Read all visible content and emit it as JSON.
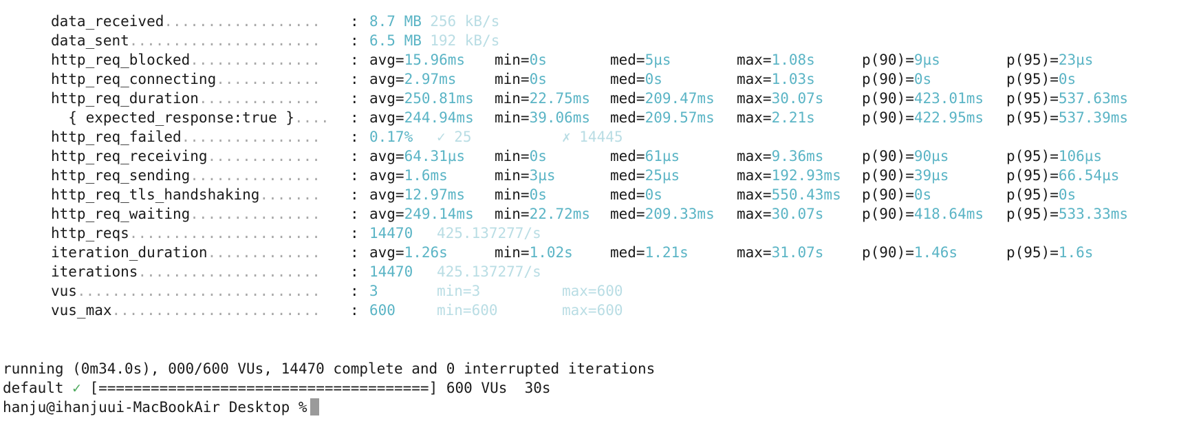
{
  "metrics": [
    {
      "name": "data_received",
      "dots": "..................",
      "kind": "rate",
      "value": "8.7 MB",
      "rate": "256 kB/s"
    },
    {
      "name": "data_sent",
      "dots": "......................",
      "kind": "rate",
      "value": "6.5 MB",
      "rate": "192 kB/s"
    },
    {
      "name": "http_req_blocked",
      "dots": "...............",
      "kind": "trend",
      "avg": "15.96ms",
      "min": "0s",
      "med": "5µs",
      "max": "1.08s",
      "p90": "9µs",
      "p95": "23µs"
    },
    {
      "name": "http_req_connecting",
      "dots": "............",
      "kind": "trend",
      "avg": "2.97ms",
      "min": "0s",
      "med": "0s",
      "max": "1.03s",
      "p90": "0s",
      "p95": "0s"
    },
    {
      "name": "http_req_duration",
      "dots": "..............",
      "kind": "trend",
      "avg": "250.81ms",
      "min": "22.75ms",
      "med": "209.47ms",
      "max": "30.07s",
      "p90": "423.01ms",
      "p95": "537.63ms"
    },
    {
      "name": "  { expected_response:true }",
      "dots": "....",
      "kind": "trend",
      "avg": "244.94ms",
      "min": "39.06ms",
      "med": "209.57ms",
      "max": "2.21s",
      "p90": "422.95ms",
      "p95": "537.39ms"
    },
    {
      "name": "http_req_failed",
      "dots": "................",
      "kind": "rate3",
      "value": "0.17%",
      "pass": "✓ 25",
      "fail": "✗ 14445"
    },
    {
      "name": "http_req_receiving",
      "dots": ".............",
      "kind": "trend",
      "avg": "64.31µs",
      "min": "0s",
      "med": "61µs",
      "max": "9.36ms",
      "p90": "90µs",
      "p95": "106µs"
    },
    {
      "name": "http_req_sending",
      "dots": "...............",
      "kind": "trend",
      "avg": "1.6ms",
      "min": "3µs",
      "med": "25µs",
      "max": "192.93ms",
      "p90": "39µs",
      "p95": "66.54µs"
    },
    {
      "name": "http_req_tls_handshaking",
      "dots": ".......",
      "kind": "trend",
      "avg": "12.97ms",
      "min": "0s",
      "med": "0s",
      "max": "550.43ms",
      "p90": "0s",
      "p95": "0s"
    },
    {
      "name": "http_req_waiting",
      "dots": "...............",
      "kind": "trend",
      "avg": "249.14ms",
      "min": "22.72ms",
      "med": "209.33ms",
      "max": "30.07s",
      "p90": "418.64ms",
      "p95": "533.33ms"
    },
    {
      "name": "http_reqs",
      "dots": "......................",
      "kind": "rate",
      "value": "14470",
      "rate": "425.137277/s"
    },
    {
      "name": "iteration_duration",
      "dots": ".............",
      "kind": "trend",
      "avg": "1.26s",
      "min": "1.02s",
      "med": "1.21s",
      "max": "31.07s",
      "p90": "1.46s",
      "p95": "1.6s"
    },
    {
      "name": "iterations",
      "dots": ".....................",
      "kind": "rate",
      "value": "14470",
      "rate": "425.137277/s"
    },
    {
      "name": "vus",
      "dots": "............................",
      "kind": "rate3",
      "value": "3",
      "pass": "min=3",
      "fail": "max=600"
    },
    {
      "name": "vus_max",
      "dots": "........................",
      "kind": "rate3",
      "value": "600",
      "pass": "min=600",
      "fail": "max=600"
    }
  ],
  "labels": {
    "avg": "avg=",
    "min": "min=",
    "med": "med=",
    "max": "max=",
    "p90": "p(90)=",
    "p95": "p(95)=",
    "colon": ":"
  },
  "status": {
    "running_line": "running (0m34.0s), 000/600 VUs, 14470 complete and 0 interrupted iterations",
    "scenario": "default",
    "check": "✓",
    "progress": "[======================================] 600 VUs  30s"
  },
  "prompt": {
    "text": "hanju@ihanjuui-MacBookAir Desktop %"
  },
  "colors": {
    "value": "#5ab4c5",
    "dim": "#b9dde4",
    "check": "#4aa85a"
  }
}
